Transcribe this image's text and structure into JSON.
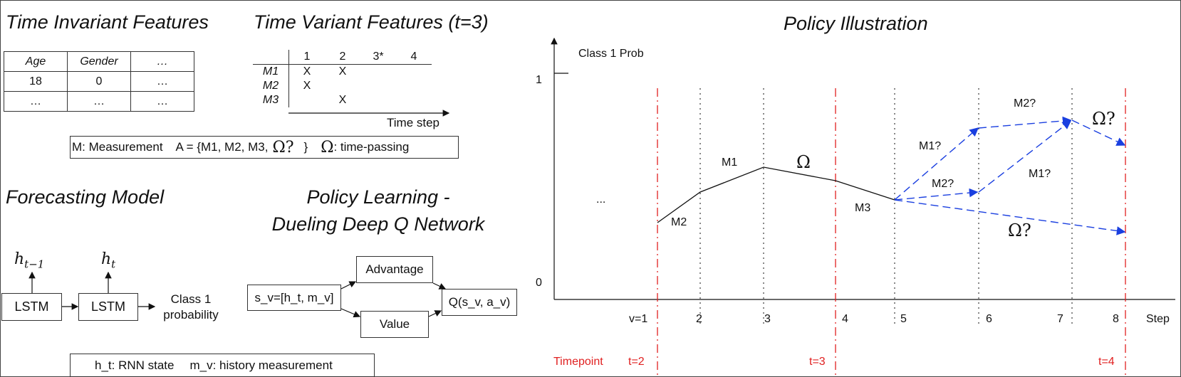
{
  "titles": {
    "time_invariant": "Time Invariant Features",
    "time_variant": "Time Variant Features (t=3)",
    "forecasting": "Forecasting Model",
    "policy_learning_1": "Policy Learning -",
    "policy_learning_2": "Dueling Deep Q Network",
    "policy_illustration": "Policy Illustration"
  },
  "time_invariant_table": {
    "headers": [
      "Age",
      "Gender",
      "…"
    ],
    "rows": [
      [
        "18",
        "0",
        "…"
      ],
      [
        "…",
        "…",
        "…"
      ]
    ]
  },
  "time_variant_table": {
    "steps": [
      "1",
      "2",
      "3*",
      "4"
    ],
    "rows": [
      {
        "label": "M1",
        "cells": [
          "X",
          "X",
          "",
          ""
        ]
      },
      {
        "label": "M2",
        "cells": [
          "X",
          "",
          "",
          ""
        ]
      },
      {
        "label": "M3",
        "cells": [
          "",
          "X",
          "",
          ""
        ]
      }
    ],
    "axis_label": "Time step"
  },
  "legend_box": {
    "measurement": "M: Measurement",
    "action_set_prefix": "A = {M1, M2, M3,",
    "omega_q": "Ω?",
    "brace": "}",
    "omega": "Ω",
    "time_passing": ": time-passing"
  },
  "forecasting_model": {
    "h_prev": "h",
    "h_prev_sub": "t−1",
    "h_curr": "h",
    "h_curr_sub": "t",
    "lstm_1": "LSTM",
    "lstm_2": "LSTM",
    "output_line1": "Class 1",
    "output_line2": "probability"
  },
  "dueling": {
    "state": "s_v=[h_t, m_v]",
    "advantage": "Advantage",
    "value": "Value",
    "q": "Q(s_v, a_v)"
  },
  "bottom_legend": {
    "rnn_state": "h_t: RNN state",
    "history": "m_v: history measurement"
  },
  "chart": {
    "y_axis_label": "Class 1 Prob",
    "y_tick_1": "1",
    "y_tick_0": "0",
    "x_axis_label": "Step",
    "steps": [
      "v=1",
      "2",
      "3",
      "4",
      "5",
      "6",
      "7",
      "8"
    ],
    "timepoint_label": "Timepoint",
    "timepoints": [
      "t=2",
      "t=3",
      "t=4"
    ],
    "ellipsis": "...",
    "path_labels": {
      "m2": "M2",
      "m1": "M1",
      "omega": "Ω",
      "m3": "M3"
    },
    "branch_labels": {
      "m1q_a": "M1?",
      "m2q_a": "M2?",
      "m2q_top": "M2?",
      "m1q_b": "M1?",
      "omega_q_top": "Ω?",
      "omega_q_bottom": "Ω?"
    },
    "colors": {
      "timepoint": "#e02020",
      "branch": "#1a3fe0",
      "path": "#111111"
    }
  }
}
